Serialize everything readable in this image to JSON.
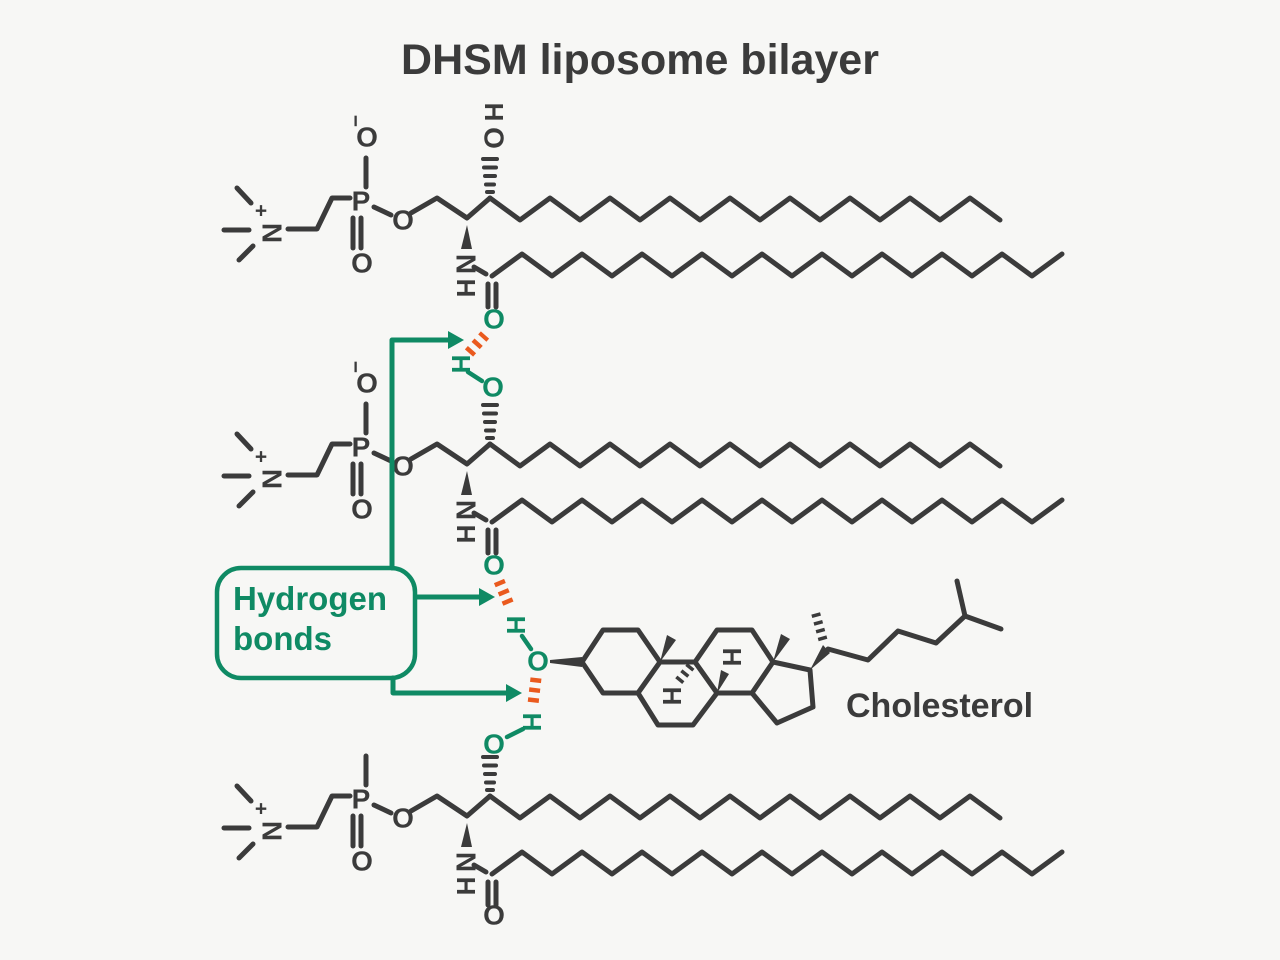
{
  "title": "DHSM liposome bilayer",
  "legend": {
    "hydrogen_bonds_line1": "Hydrogen",
    "hydrogen_bonds_line2": "bonds"
  },
  "cholesterol": {
    "label": "Cholesterol"
  },
  "atoms": {
    "nitrogen": "N",
    "phosphorus": "P",
    "oxygen": "O",
    "hydrogen": "H",
    "charge_plus": "+",
    "charge_minus": "−"
  },
  "colors": {
    "background": "#f7f7f5",
    "bond_dark": "#3b3b3b",
    "hydrogen_bond_green": "#0f8a64",
    "hbond_dash_orange": "#ea5a1e"
  }
}
